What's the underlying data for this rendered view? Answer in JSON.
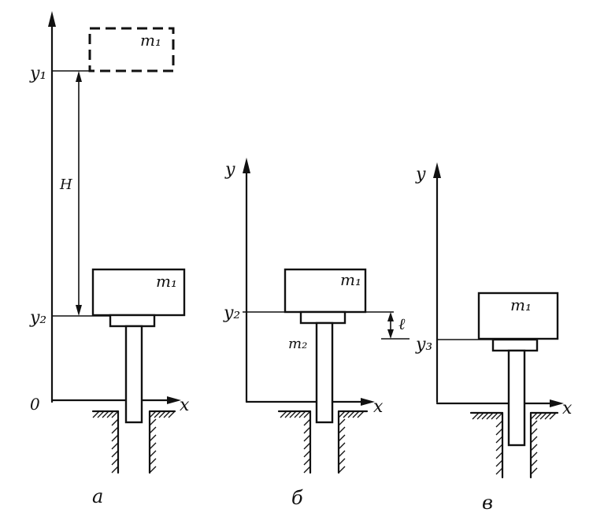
{
  "panels": [
    {
      "caption": "а",
      "mass": "m₁",
      "origin": "0",
      "x_axis": "x",
      "y1": "y₁",
      "y2": "y₂",
      "height": "H"
    },
    {
      "caption": "б",
      "mass": "m₁",
      "pile_mass": "m₂",
      "x_axis": "x",
      "y_axis": "y",
      "y2": "y₂",
      "length": "ℓ"
    },
    {
      "caption": "в",
      "mass": "m₁",
      "x_axis": "x",
      "y_axis": "y",
      "y3": "y₃"
    }
  ],
  "ghost_mass": "m₁"
}
